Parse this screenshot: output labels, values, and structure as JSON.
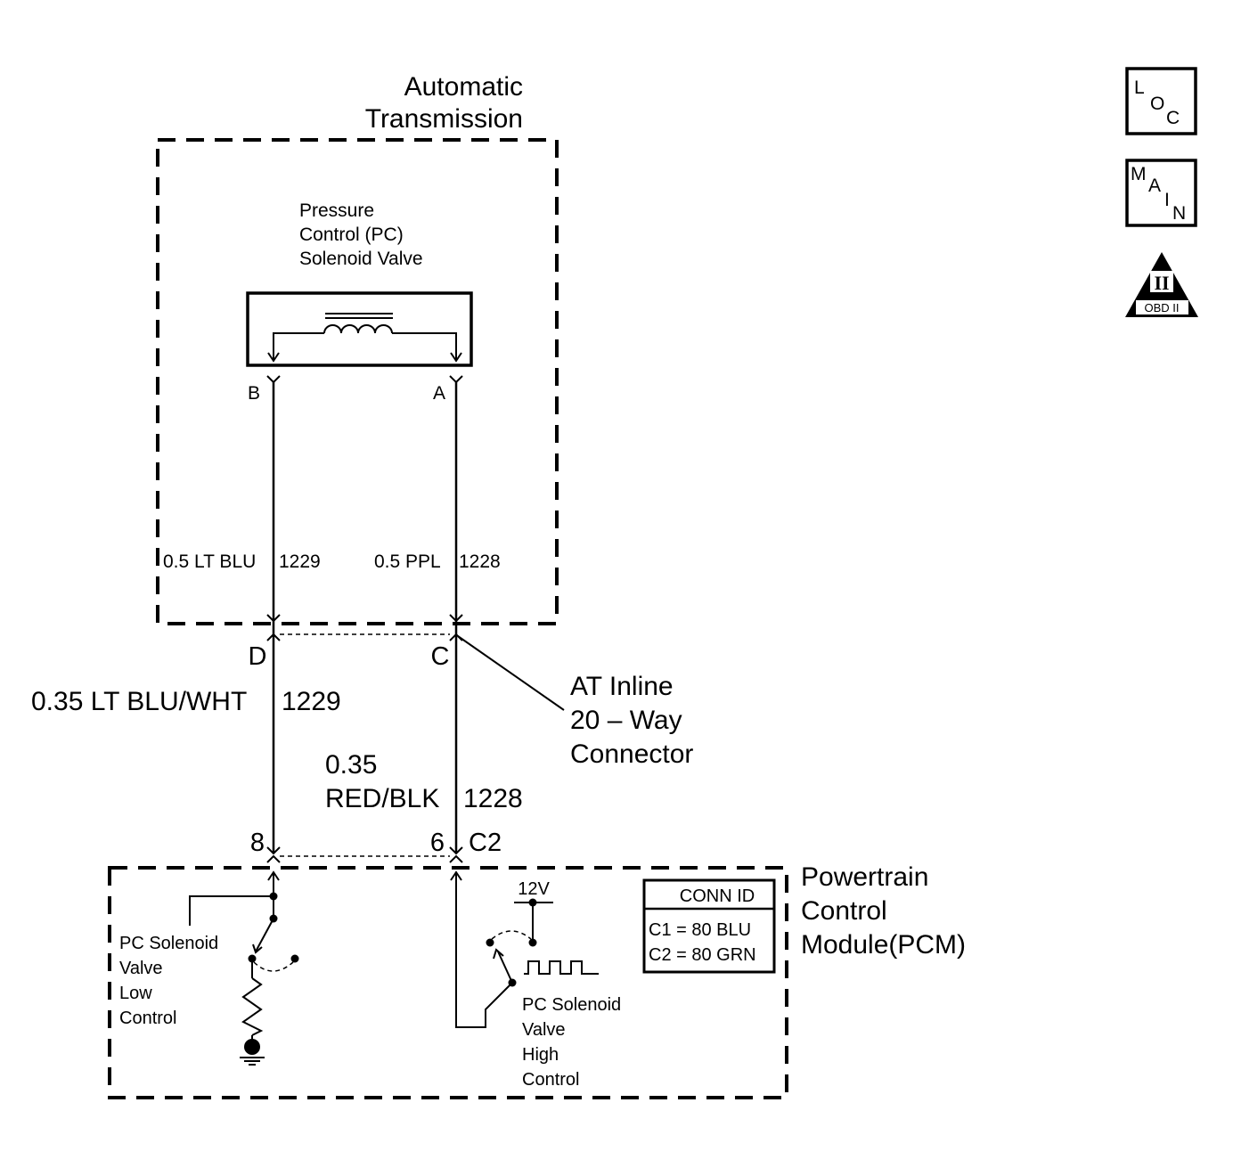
{
  "transmission": {
    "title_line1": "Automatic",
    "title_line2": "Transmission"
  },
  "solenoid": {
    "label_line1": "Pressure",
    "label_line2": "Control (PC)",
    "label_line3": "Solenoid Valve",
    "pin_b": "B",
    "pin_a": "A"
  },
  "wires_internal": {
    "left_label": "0.5 LT BLU",
    "left_circuit": "1229",
    "right_label": "0.5 PPL",
    "right_circuit": "1228"
  },
  "inline_connector": {
    "pin_d": "D",
    "pin_c": "C",
    "label_line1": "AT Inline",
    "label_line2": "20 – Way",
    "label_line3": "Connector"
  },
  "wires_external": {
    "left_label": "0.35 LT BLU/WHT",
    "left_circuit": "1229",
    "right_label_line1": "0.35",
    "right_label_line2": "RED/BLK",
    "right_circuit": "1228"
  },
  "pcm": {
    "pin_8": "8",
    "pin_6": "6",
    "connector": "C2",
    "title_line1": "Powertrain",
    "title_line2": "Control",
    "title_line3": "Module(PCM)",
    "low_label_line1": "PC Solenoid",
    "low_label_line2": "Valve",
    "low_label_line3": "Low",
    "low_label_line4": "Control",
    "high_label_line1": "PC Solenoid",
    "high_label_line2": "Valve",
    "high_label_line3": "High",
    "high_label_line4": "Control",
    "supply": "12V"
  },
  "conn_id": {
    "header": "CONN ID",
    "row1": "C1 = 80 BLU",
    "row2": "C2 = 80 GRN"
  },
  "badges": {
    "loc_letters": [
      "L",
      "O",
      "C"
    ],
    "main_letters": [
      "M",
      "A",
      "I",
      "N"
    ],
    "obd_numeral": "II",
    "obd_text": "OBD II"
  }
}
